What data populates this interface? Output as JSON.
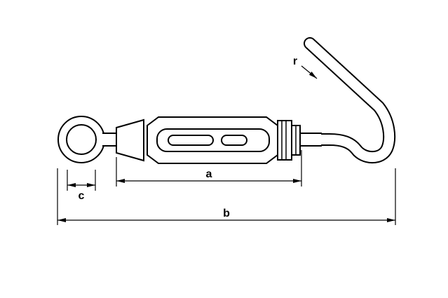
{
  "drawing": {
    "background_color": "#ffffff",
    "line_color": "#000000",
    "labels": {
      "a": "a",
      "b": "b",
      "c": "c",
      "r": "r"
    }
  }
}
